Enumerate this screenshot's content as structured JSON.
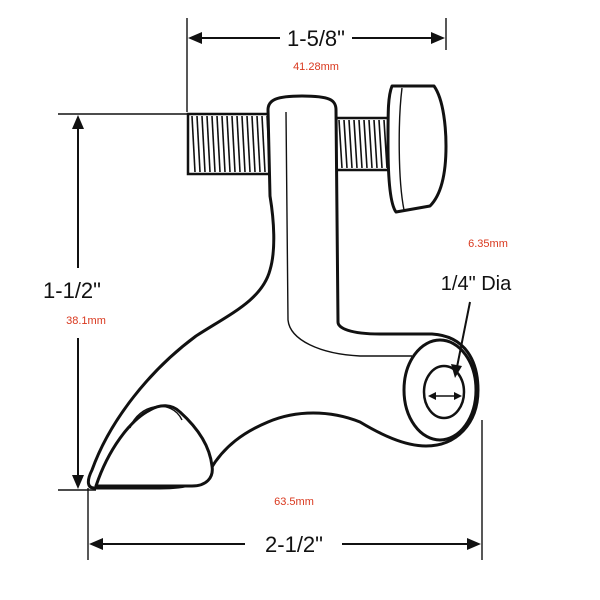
{
  "dimensions": {
    "width_top": {
      "imperial": "1-5/8\"",
      "metric": "41.28mm"
    },
    "height": {
      "imperial": "1-1/2\"",
      "metric": "38.1mm"
    },
    "hole": {
      "imperial": "1/4\" Dia",
      "metric": "6.35mm"
    },
    "width_bottom": {
      "imperial": "2-1/2\"",
      "metric": "63.5mm"
    }
  },
  "colors": {
    "line": "#111111",
    "metric_text": "#d9381e",
    "background": "#ffffff"
  }
}
